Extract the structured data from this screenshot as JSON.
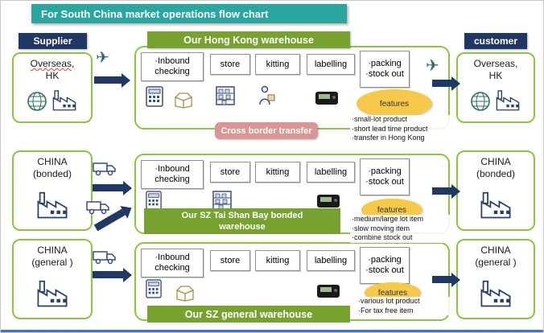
{
  "title": "For South China market operations flow chart",
  "colors": {
    "teal": "#2AA6A0",
    "navy": "#1F3864",
    "green": "#8CC63F",
    "hdr-green": "#78A22F",
    "yellow": "#F6C94A",
    "pink": "#D99694",
    "ink": "#1A1A1A"
  },
  "supplier": {
    "header": "Supplier",
    "nodes": [
      {
        "line1": "Overseas,",
        "line2": "HK"
      },
      {
        "line1": "CHINA",
        "line2": "(bonded)"
      },
      {
        "line1": "CHINA",
        "line2": "(general )"
      }
    ]
  },
  "customer": {
    "header": "customer",
    "nodes": [
      {
        "line1": "Overseas,",
        "line2": "HK"
      },
      {
        "line1": "CHINA",
        "line2": "(bonded)"
      },
      {
        "line1": "CHINA",
        "line2": "(general )"
      }
    ]
  },
  "transfer": {
    "label": "Cross border transfer"
  },
  "rows": [
    {
      "title": "Our Hong Kong warehouse",
      "steps": [
        "·Inbound\nchecking",
        "store",
        "kitting",
        "labelling",
        "·packing\n·stock out"
      ],
      "features_label": "features",
      "features": "·small-lot product\n·short lead time product\n·transfer in Hong Kong"
    },
    {
      "title": "Our SZ  Tai Shan Bay bonded\nwarehouse",
      "steps": [
        "·Inbound\nchecking",
        "store",
        "kitting",
        "labelling",
        "·packing\n·stock out"
      ],
      "features_label": "features",
      "features": "·medium/large lot item\n·slow moving item\n·combine stock out"
    },
    {
      "title": "Our SZ general warehouse",
      "steps": [
        "·Inbound\nchecking",
        "store",
        "kitting",
        "labelling",
        "·packing\n·stock out"
      ],
      "features_label": "features",
      "features": "·various lot product\n·For tax free item"
    }
  ],
  "icons": {
    "plane": "✈"
  }
}
